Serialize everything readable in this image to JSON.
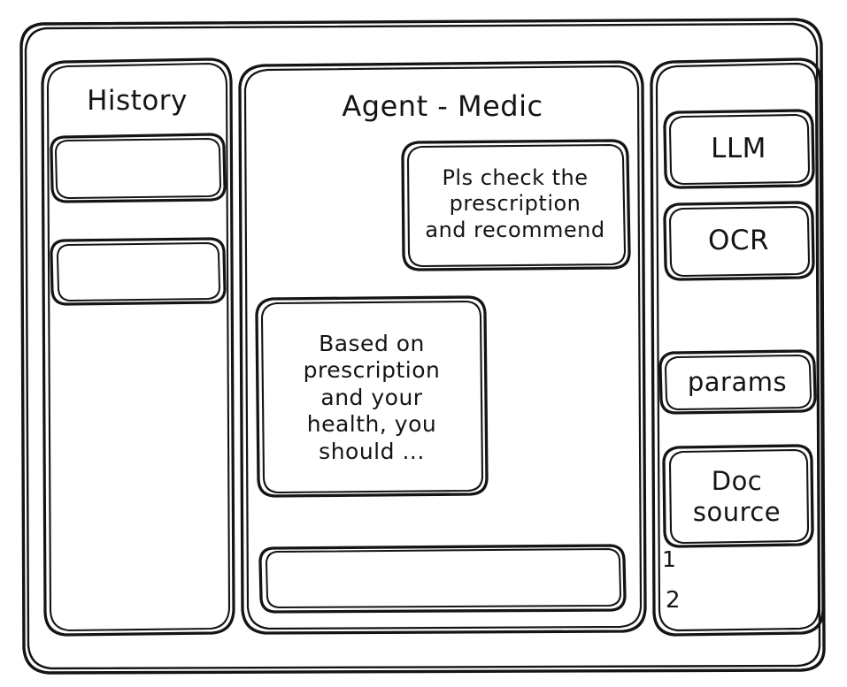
{
  "window": {
    "name": "agent-medic-wireframe"
  },
  "sidebar_history": {
    "title": "History",
    "items": [
      {
        "label": ""
      },
      {
        "label": ""
      }
    ]
  },
  "main": {
    "title": "Agent - Medic",
    "messages": [
      {
        "role": "user",
        "text": "Pls check the\nprescription\nand recommend"
      },
      {
        "role": "assistant",
        "text": "Based on\nprescription\nand your\nhealth, you\nshould ..."
      }
    ],
    "composer": {
      "value": "",
      "placeholder": ""
    }
  },
  "sidebar_tools": {
    "buttons": [
      {
        "label": "LLM"
      },
      {
        "label": "OCR"
      },
      {
        "label": "params"
      },
      {
        "label": "Doc\nsource"
      }
    ],
    "sources": [
      {
        "index": "1"
      },
      {
        "index": "2"
      }
    ]
  },
  "style": {
    "stroke": "#141414",
    "background": "#ffffff"
  }
}
